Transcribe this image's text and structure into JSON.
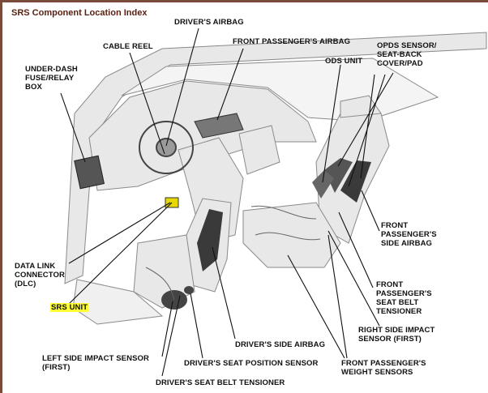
{
  "page_title": "SRS Component Location Index",
  "labels": {
    "drivers_airbag": "DRIVER'S AIRBAG",
    "front_passengers_airbag": "FRONT PASSENGER'S AIRBAG",
    "cable_reel": "CABLE REEL",
    "opds_sensor": "OPDS SENSOR/\nSEAT-BACK\nCOVER/PAD",
    "ods_unit": "ODS UNIT",
    "under_dash_fuse_box": "UNDER-DASH\nFUSE/RELAY\nBOX",
    "front_passengers_side_airbag": "FRONT\nPASSENGER'S\nSIDE AIRBAG",
    "data_link_connector": "DATA LINK\nCONNECTOR\n(DLC)",
    "front_passengers_seat_belt_tensioner": "FRONT\nPASSENGER'S\nSEAT BELT\nTENSIONER",
    "srs_unit": "SRS UNIT",
    "right_side_impact_sensor": "RIGHT SIDE IMPACT\nSENSOR (FIRST)",
    "drivers_side_airbag": "DRIVER'S SIDE AIRBAG",
    "left_side_impact_sensor": "LEFT SIDE IMPACT SENSOR\n(FIRST)",
    "drivers_seat_position_sensor": "DRIVER'S SEAT POSITION SENSOR",
    "front_passengers_weight_sensors": "FRONT PASSENGER'S\nWEIGHT SENSORS",
    "drivers_seat_belt_tensioner": "DRIVER'S SEAT BELT TENSIONER"
  },
  "colors": {
    "title": "#5a1f10",
    "frame": "#7a4a3a",
    "highlight": "#ffff33",
    "line": "#111111",
    "car_fill": "#e6e6e6",
    "car_stroke": "#8a8a8a"
  }
}
